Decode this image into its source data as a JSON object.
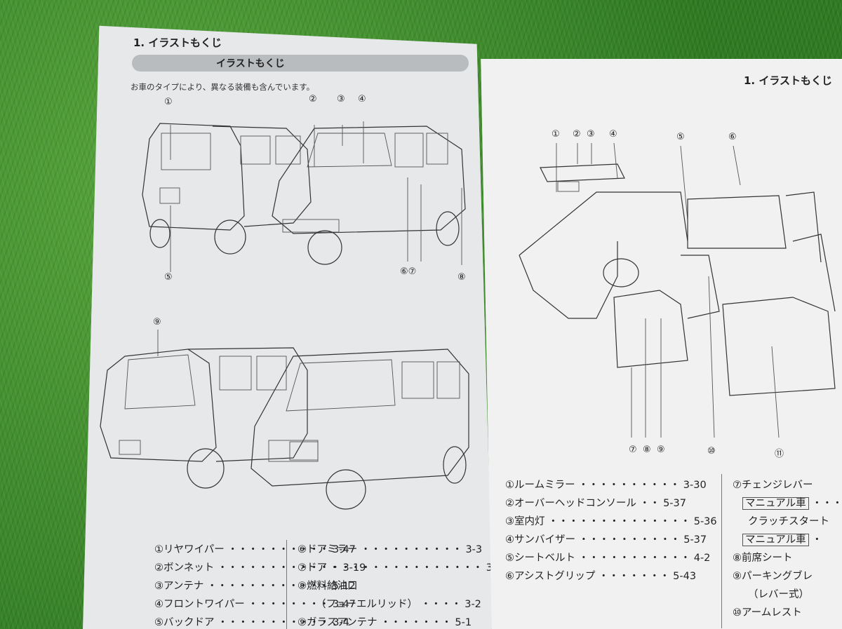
{
  "left_page": {
    "chapter_heading": "1. イラストもくじ",
    "section_title": "イラストもくじ",
    "note": "お車のタイプにより、異なる装備も含んでいます。",
    "callouts_top": [
      "①",
      "②",
      "③",
      "④",
      "⑤",
      "⑥⑦",
      "⑧"
    ],
    "callout_bottom": "⑨",
    "index_col1": [
      {
        "label": "①リヤワイパー",
        "page": "3-47"
      },
      {
        "label": "②ボンネット",
        "page": "3-19"
      },
      {
        "label": "③アンテナ",
        "page": "5-12"
      },
      {
        "label": "④フロントワイパー",
        "page": "3-47"
      },
      {
        "label": "⑤バックドア",
        "page": "3-4"
      }
    ],
    "index_col2": [
      {
        "label": "⑥ドアミラー",
        "page": "3-3"
      },
      {
        "label": "⑦ドア",
        "page": "3-"
      },
      {
        "label": "⑧燃料給油口",
        "page": ""
      },
      {
        "label": "（フューエルリッド）",
        "page": "3-2"
      },
      {
        "label": "⑨ガラスアンテナ",
        "page": "5-1"
      }
    ]
  },
  "right_page": {
    "chapter_heading": "1. イラストもくじ",
    "callouts_top": [
      "①",
      "②",
      "③",
      "④",
      "⑤",
      "⑥"
    ],
    "callouts_bottom": [
      "⑦",
      "⑧",
      "⑨",
      "⑩",
      "⑪"
    ],
    "index_col1": [
      {
        "label": "①ルームミラー",
        "page": "3-30"
      },
      {
        "label": "②オーバーヘッドコンソール",
        "page": "5-37"
      },
      {
        "label": "③室内灯",
        "page": "5-36"
      },
      {
        "label": "④サンバイザー",
        "page": "5-37"
      },
      {
        "label": "⑤シートベルト",
        "page": "4-2"
      },
      {
        "label": "⑥アシストグリップ",
        "page": "5-43"
      }
    ],
    "index_col2": [
      {
        "label": "⑦チェンジレバー",
        "page": ""
      },
      {
        "label": "マニュアル車",
        "page": ""
      },
      {
        "label": "クラッチスタート",
        "page": ""
      },
      {
        "label": "マニュアル車",
        "page": ""
      },
      {
        "label": "⑧前席シート",
        "page": ""
      },
      {
        "label": "⑨パーキングブレ",
        "page": ""
      },
      {
        "label": "（レバー式）",
        "page": ""
      },
      {
        "label": "⑩アームレスト",
        "page": ""
      }
    ]
  }
}
